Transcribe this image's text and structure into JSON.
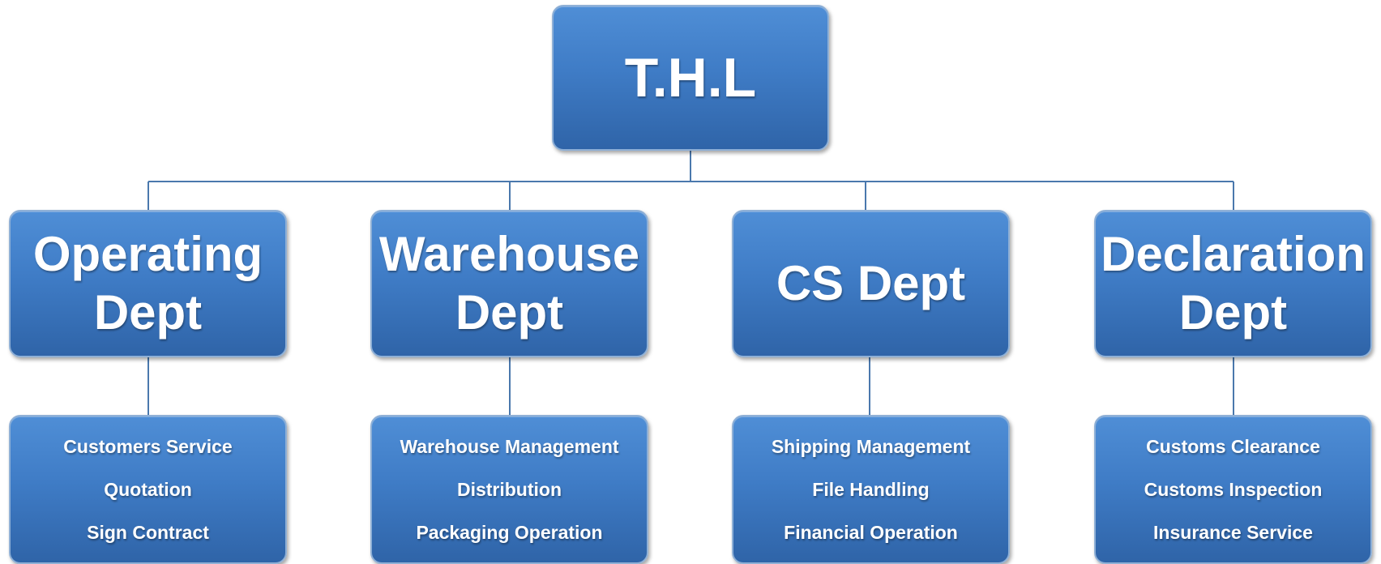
{
  "root": {
    "label": "T.H.L"
  },
  "departments": [
    {
      "id": "operating",
      "line1": "Operating",
      "line2": "Dept",
      "functions": [
        "Customers Service",
        "Quotation",
        "Sign Contract"
      ]
    },
    {
      "id": "warehouse",
      "line1": "Warehouse",
      "line2": "Dept",
      "functions": [
        "Warehouse Management",
        "Distribution",
        "Packaging Operation"
      ]
    },
    {
      "id": "cs",
      "line1": "CS Dept",
      "line2": "",
      "functions": [
        "Shipping Management",
        "File Handling",
        "Financial Operation"
      ]
    },
    {
      "id": "declaration",
      "line1": "Declaration",
      "line2": "Dept",
      "functions": [
        "Customs Clearance",
        "Customs Inspection",
        "Insurance Service"
      ]
    }
  ],
  "colors": {
    "box_top": "#4f8ed6",
    "box_bottom": "#2f64a8",
    "box_border": "#8fb0d6",
    "connector": "#4a78ad",
    "text": "#ffffff"
  }
}
